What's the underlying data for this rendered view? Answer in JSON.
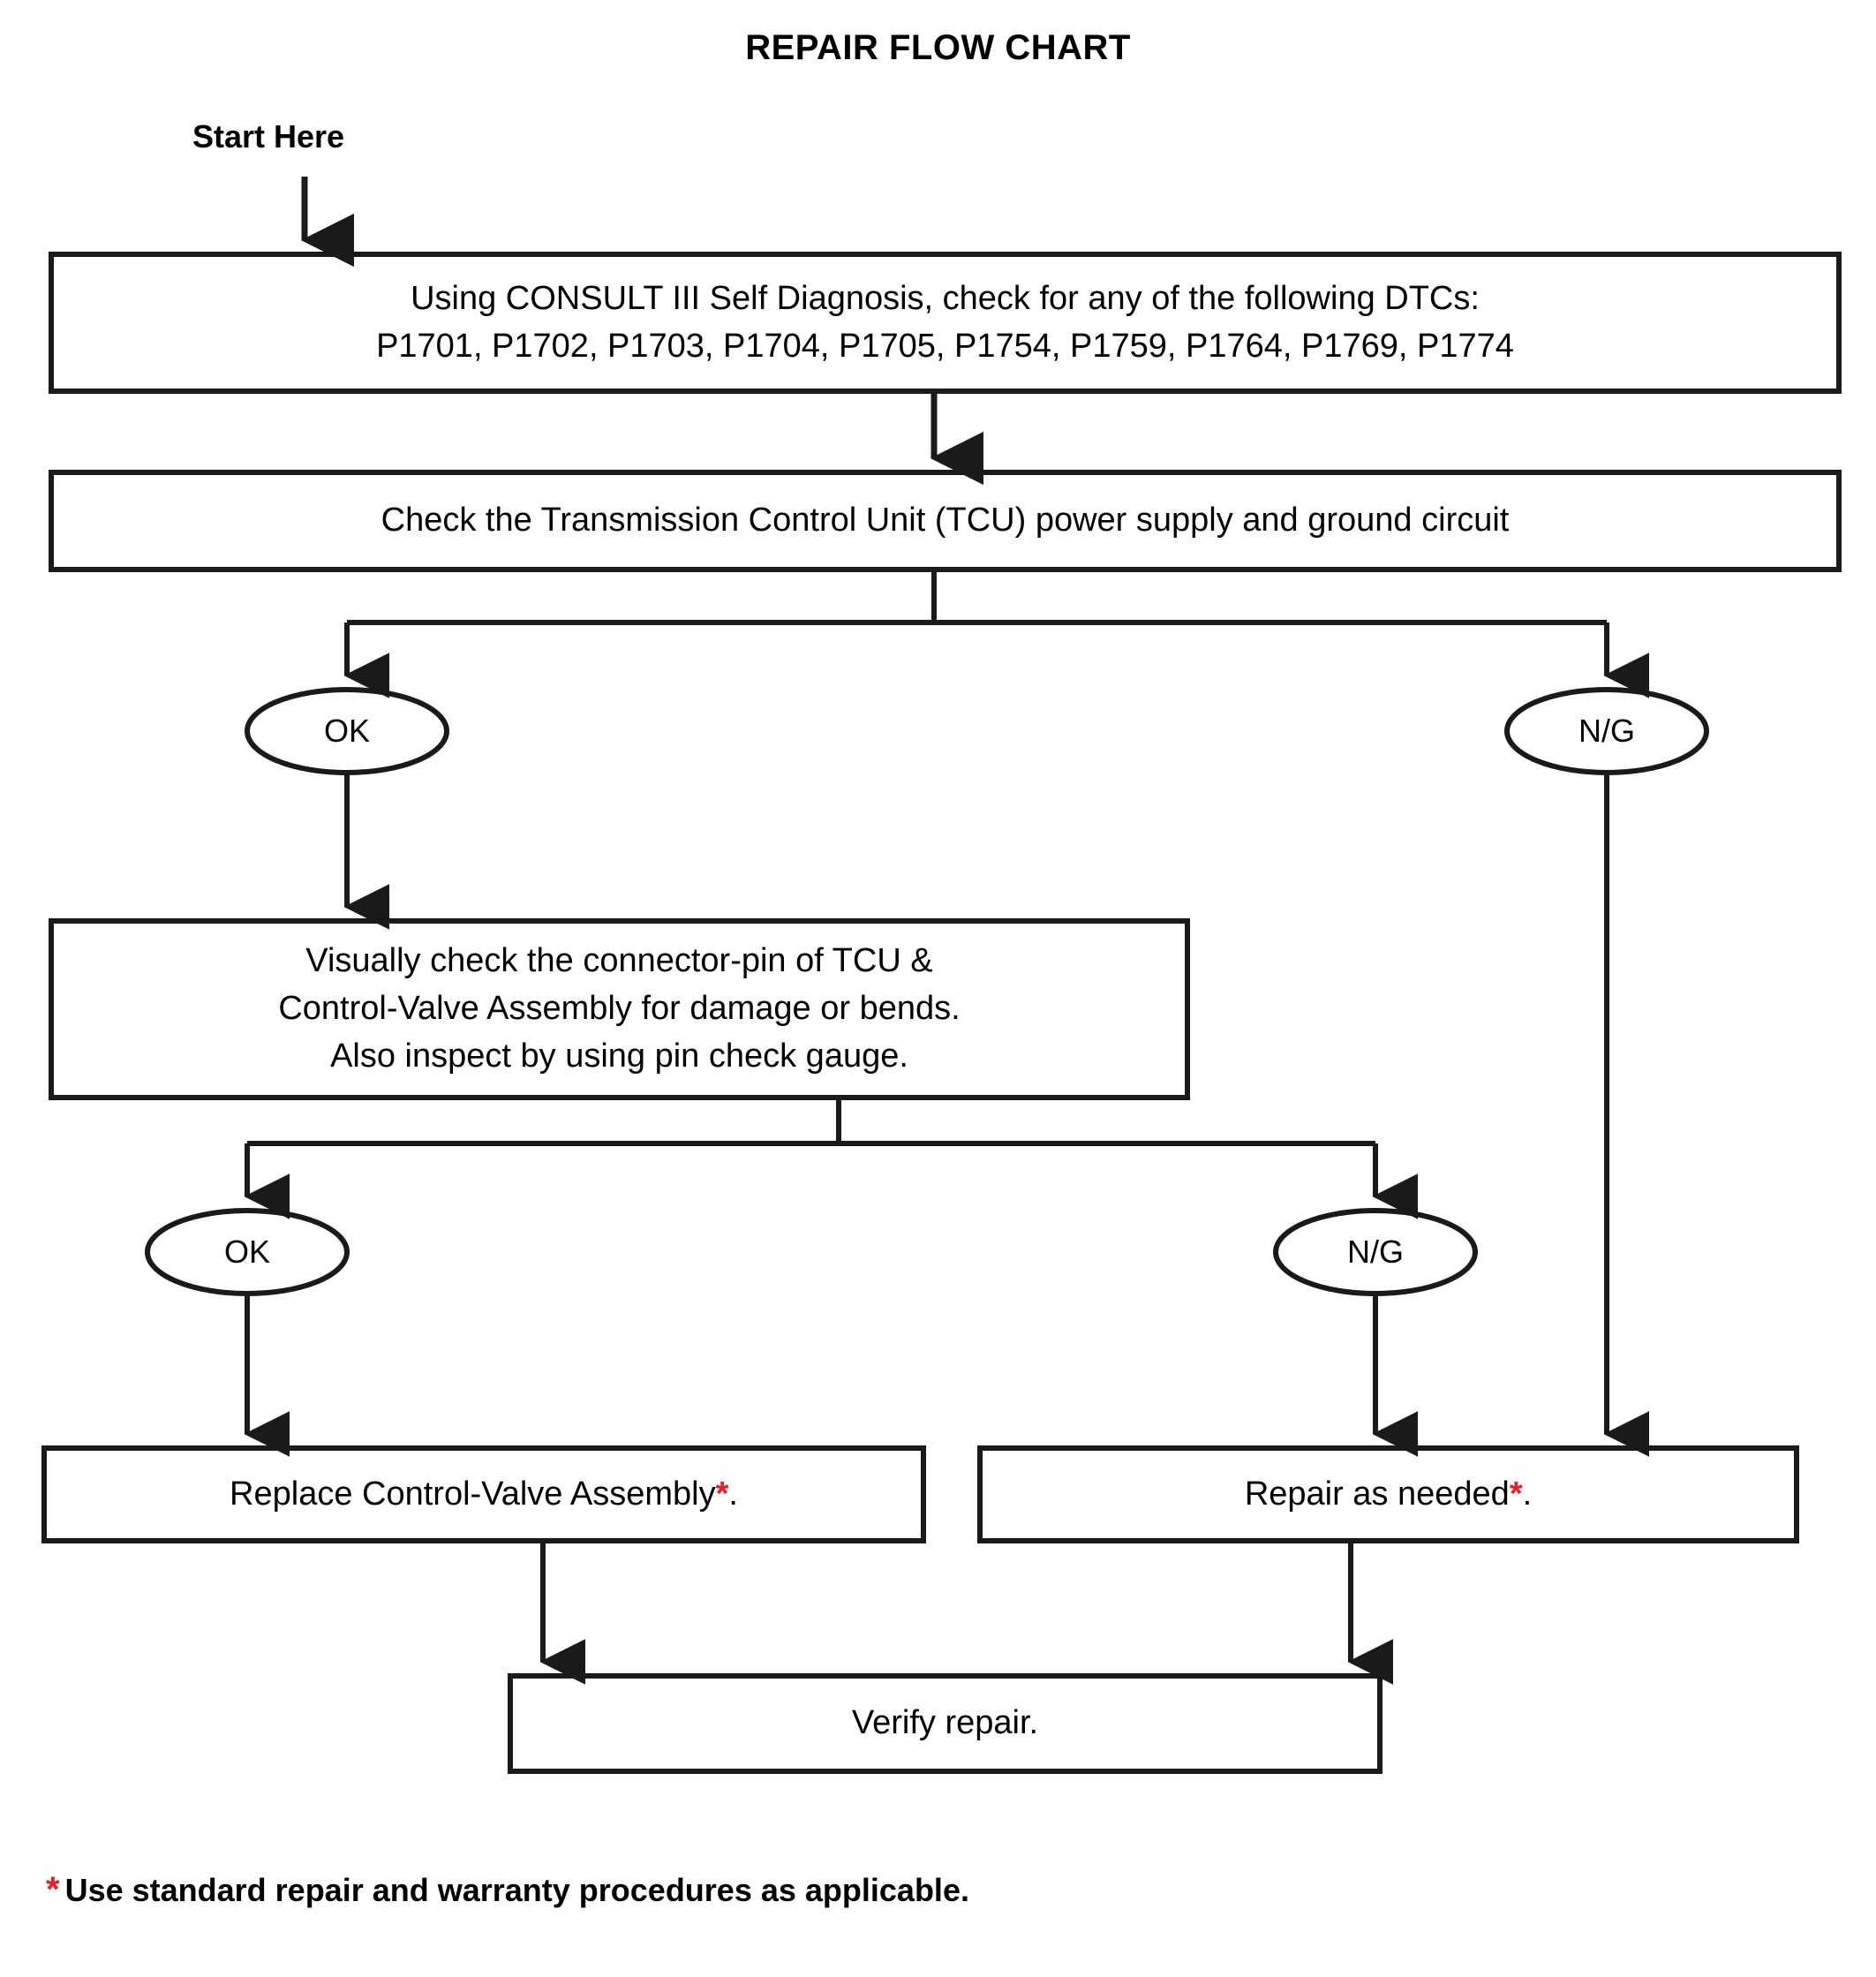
{
  "title": "REPAIR FLOW CHART",
  "start_label": "Start Here",
  "colors": {
    "line": "#1a1a1a",
    "text": "#000000",
    "asterisk": "#ee1c24",
    "background": "#ffffff"
  },
  "nodes": {
    "box1": {
      "line1": "Using CONSULT III Self Diagnosis, check for any of the following DTCs:",
      "line2": "P1701, P1702, P1703, P1704, P1705, P1754, P1759, P1764, P1769, P1774"
    },
    "box2": {
      "line1": "Check the Transmission Control Unit (TCU) power supply and ground circuit"
    },
    "decision1_ok": {
      "label": "OK"
    },
    "decision1_ng": {
      "label": "N/G"
    },
    "box3": {
      "line1": "Visually check the connector-pin of TCU &",
      "line2": "Control-Valve Assembly for damage or bends.",
      "line3": "Also inspect by using pin check gauge."
    },
    "decision2_ok": {
      "label": "OK"
    },
    "decision2_ng": {
      "label": "N/G"
    },
    "box4": {
      "text_before_asterisk": "Replace Control-Valve Assembly",
      "asterisk": "*",
      "text_after_asterisk": "."
    },
    "box5": {
      "text_before_asterisk": "Repair as needed",
      "asterisk": "*",
      "text_after_asterisk": "."
    },
    "box6": {
      "line1": "Verify repair."
    }
  },
  "footnote": {
    "asterisk": "*",
    "text": "Use standard repair and warranty procedures as applicable."
  },
  "chart_data": {
    "type": "diagram",
    "diagram_type": "flowchart",
    "title": "REPAIR FLOW CHART",
    "nodes": [
      {
        "id": "start",
        "shape": "label",
        "text": "Start Here"
      },
      {
        "id": "box1",
        "shape": "rectangle",
        "text": "Using CONSULT III Self Diagnosis, check for any of the following DTCs: P1701, P1702, P1703, P1704, P1705, P1754, P1759, P1764, P1769, P1774"
      },
      {
        "id": "box2",
        "shape": "rectangle",
        "text": "Check the Transmission Control Unit (TCU) power supply and ground circuit"
      },
      {
        "id": "d1ok",
        "shape": "ellipse",
        "text": "OK"
      },
      {
        "id": "d1ng",
        "shape": "ellipse",
        "text": "N/G"
      },
      {
        "id": "box3",
        "shape": "rectangle",
        "text": "Visually check the connector-pin of TCU & Control-Valve Assembly for damage or bends. Also inspect by using pin check gauge."
      },
      {
        "id": "d2ok",
        "shape": "ellipse",
        "text": "OK"
      },
      {
        "id": "d2ng",
        "shape": "ellipse",
        "text": "N/G"
      },
      {
        "id": "box4",
        "shape": "rectangle",
        "text": "Replace Control-Valve Assembly*."
      },
      {
        "id": "box5",
        "shape": "rectangle",
        "text": "Repair as needed*."
      },
      {
        "id": "box6",
        "shape": "rectangle",
        "text": "Verify repair."
      }
    ],
    "edges": [
      {
        "from": "start",
        "to": "box1"
      },
      {
        "from": "box1",
        "to": "box2"
      },
      {
        "from": "box2",
        "to": "d1ok"
      },
      {
        "from": "box2",
        "to": "d1ng"
      },
      {
        "from": "d1ok",
        "to": "box3"
      },
      {
        "from": "d1ng",
        "to": "box5"
      },
      {
        "from": "box3",
        "to": "d2ok"
      },
      {
        "from": "box3",
        "to": "d2ng"
      },
      {
        "from": "d2ok",
        "to": "box4"
      },
      {
        "from": "d2ng",
        "to": "box5"
      },
      {
        "from": "box4",
        "to": "box6"
      },
      {
        "from": "box5",
        "to": "box6"
      }
    ],
    "footnote": "* Use standard repair and warranty procedures as applicable."
  }
}
